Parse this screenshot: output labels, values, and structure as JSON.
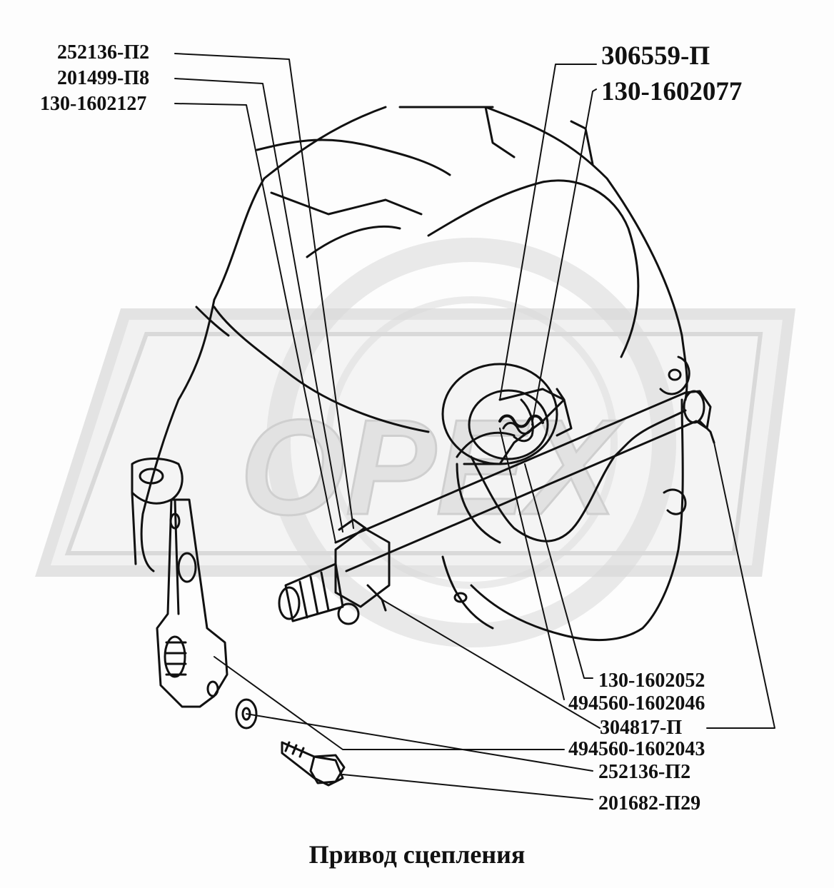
{
  "caption": "Привод сцепления",
  "watermark": "ОРЕХ",
  "colors": {
    "ink": "#111111",
    "watermark": "#d9d9d9",
    "background": "#fdfdfd"
  },
  "labels": {
    "top_left_1": "252136-П2",
    "top_left_2": "201499-П8",
    "top_left_3": "130-1602127",
    "top_right_1": "306559-П",
    "top_right_2": "130-1602077",
    "bottom_right_1": "130-1602052",
    "bottom_right_2": "494560-1602046",
    "bottom_right_3": "304817-П",
    "bottom_right_4": "494560-1602043",
    "bottom_right_5": "252136-П2",
    "bottom_right_6": "201682-П29"
  }
}
